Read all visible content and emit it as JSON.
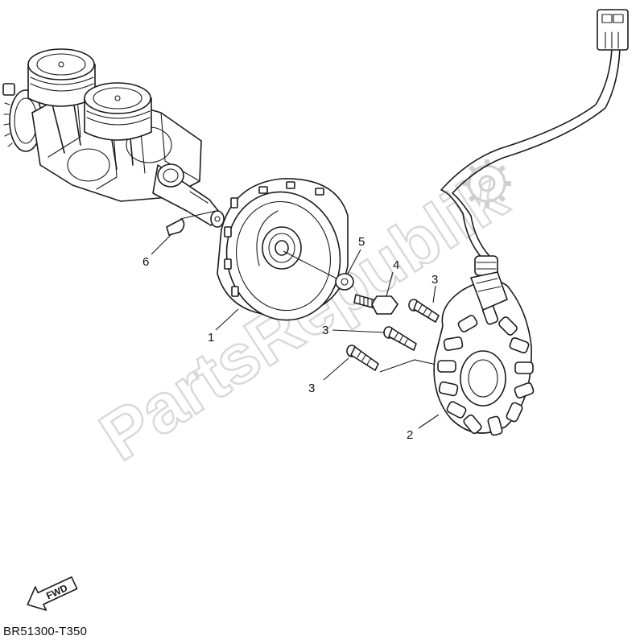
{
  "callouts": [
    {
      "id": "1",
      "label": "1"
    },
    {
      "id": "2",
      "label": "2"
    },
    {
      "id": "3a",
      "label": "3"
    },
    {
      "id": "3b",
      "label": "3"
    },
    {
      "id": "3c",
      "label": "3"
    },
    {
      "id": "4",
      "label": "4"
    },
    {
      "id": "5",
      "label": "5"
    },
    {
      "id": "6",
      "label": "6"
    }
  ],
  "fwd_label": "FWD",
  "reference_code": "BR51300-T350",
  "watermark_text": "PartsRepublik",
  "colors": {
    "line": "#1a1a1a",
    "watermark": "#d8d8d8",
    "background": "#ffffff"
  },
  "icons": [
    "gear-icon",
    "fwd-arrow-icon"
  ]
}
